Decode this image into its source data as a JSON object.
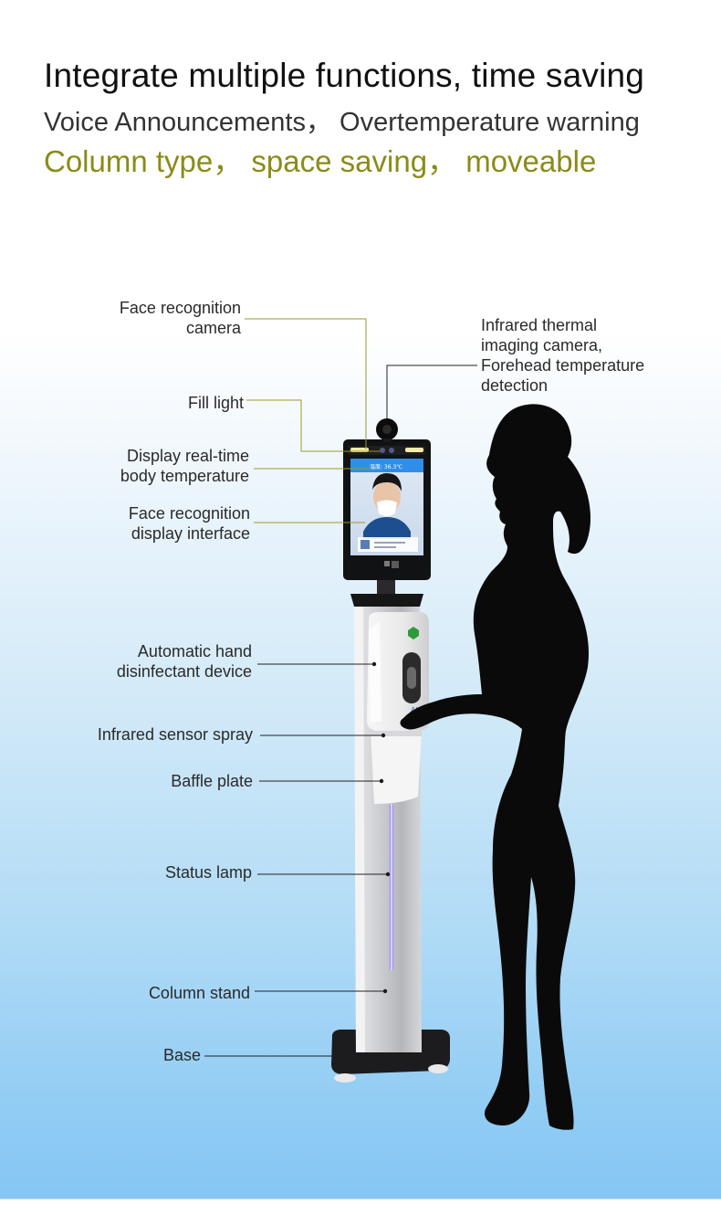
{
  "header": {
    "title": "Integrate multiple functions, time saving",
    "subtitle_1": "Voice Announcements， Overtemperature warning",
    "subtitle_2": "Column type，  space saving，  moveable"
  },
  "callouts": {
    "face_camera": [
      "Face recognition",
      "camera"
    ],
    "fill_light": [
      "Fill light"
    ],
    "display_temp": [
      "Display real-time",
      "body temperature"
    ],
    "face_interface": [
      "Face recognition",
      "display interface"
    ],
    "hand_disinfectant": [
      "Automatic hand",
      "disinfectant device"
    ],
    "sensor_spray": [
      "Infrared sensor spray"
    ],
    "baffle": [
      "Baffle plate"
    ],
    "status_lamp": [
      "Status lamp"
    ],
    "column_stand": [
      "Column stand"
    ],
    "base": [
      "Base"
    ],
    "thermal_camera": [
      "Infrared thermal",
      "imaging camera,",
      "Forehead temperature",
      "detection"
    ]
  },
  "device": {
    "screen_temp_text": "温度: 36.3℃",
    "dispenser_badge": "AUTO"
  },
  "colors": {
    "title": "#111111",
    "subtitle": "#333333",
    "accent_olive": "#8b8b18",
    "leader_olive": "#9a9a2a",
    "leader_dark": "#222222",
    "status_lamp": "#7a5cff",
    "silhouette": "#0a0a0a",
    "screen_blue": "#2f8ee8"
  }
}
